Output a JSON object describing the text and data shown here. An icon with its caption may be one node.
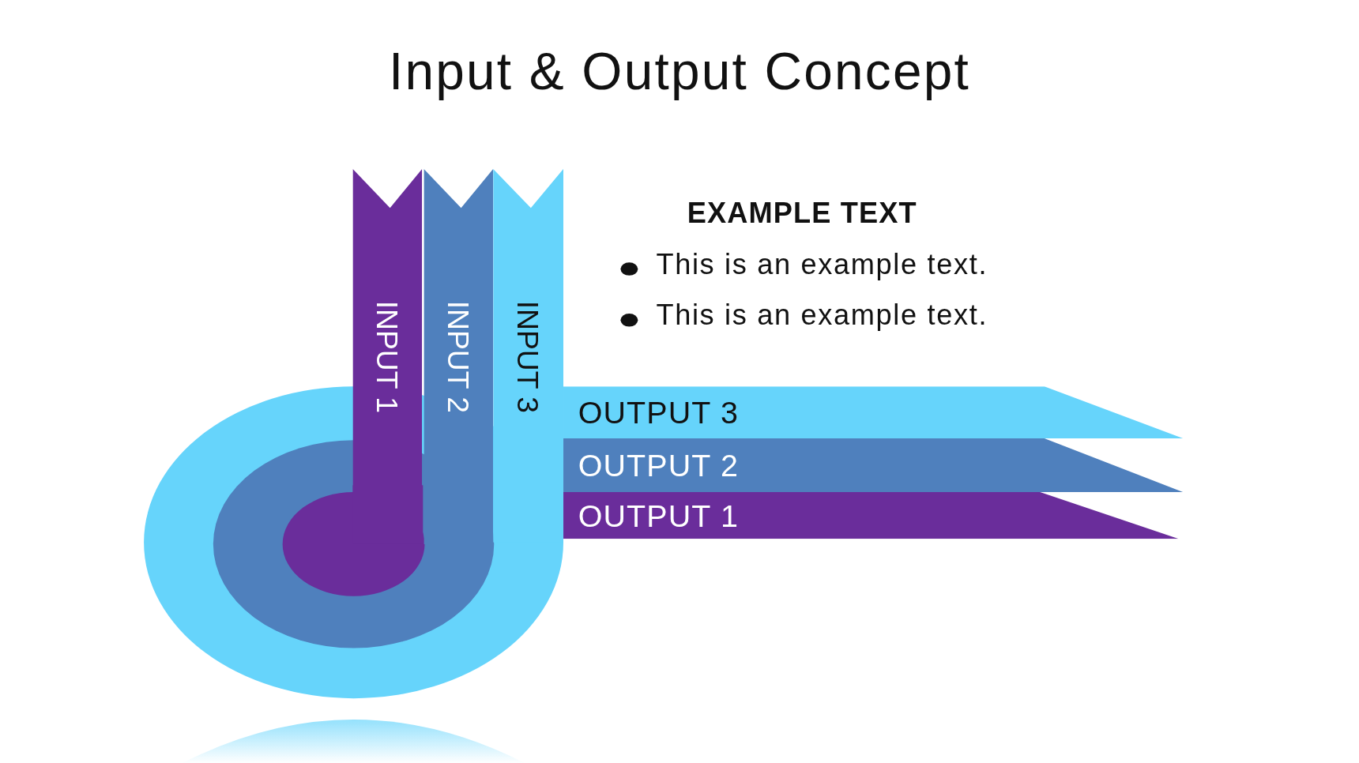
{
  "diagram": {
    "title": "Input & Output Concept",
    "nodes": [
      {
        "text": [
          "INPUT 1"
        ]
      },
      {
        "text": [
          "INPUT 2"
        ]
      },
      {
        "text": [
          "INPUT 3"
        ]
      },
      {
        "text": [
          "OUTPUT 3"
        ]
      },
      {
        "text": [
          "OUTPUT 2"
        ]
      },
      {
        "text": [
          "OUTPUT 1"
        ]
      }
    ],
    "labels": [
      "EXAMPLE TEXT",
      "This is an example text.",
      "This is an example text."
    ]
  }
}
